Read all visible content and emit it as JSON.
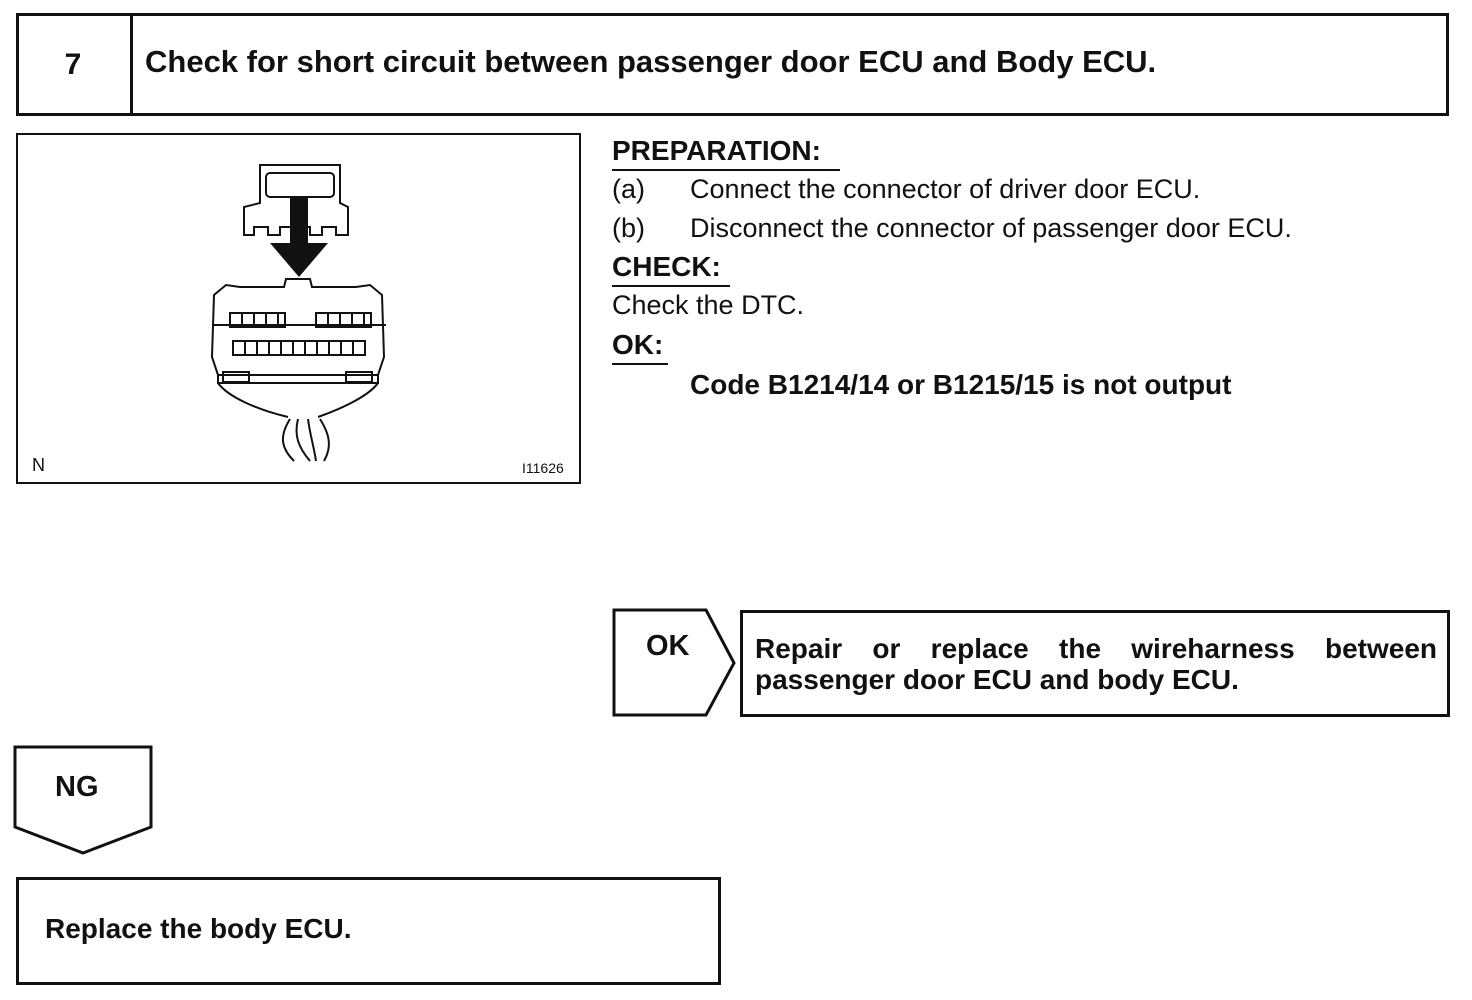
{
  "step": {
    "number": "7",
    "title": "Check for short circuit between passenger door ECU and Body ECU."
  },
  "figure": {
    "label_n": "N",
    "id": "I11626"
  },
  "preparation": {
    "heading": "PREPARATION:",
    "items": [
      {
        "tag": "(a)",
        "text": "Connect the connector of driver door ECU."
      },
      {
        "tag": "(b)",
        "text": "Disconnect the connector of passenger door ECU."
      }
    ]
  },
  "check": {
    "heading": "CHECK:",
    "text": "Check the DTC."
  },
  "ok": {
    "heading": "OK:",
    "value": "Code B1214/14 or B1215/15 is not output"
  },
  "result_ok": {
    "badge": "OK",
    "action": "Repair or replace the wireharness between passenger door ECU and body ECU."
  },
  "result_ng": {
    "badge": "NG",
    "action": "Replace the body ECU."
  }
}
